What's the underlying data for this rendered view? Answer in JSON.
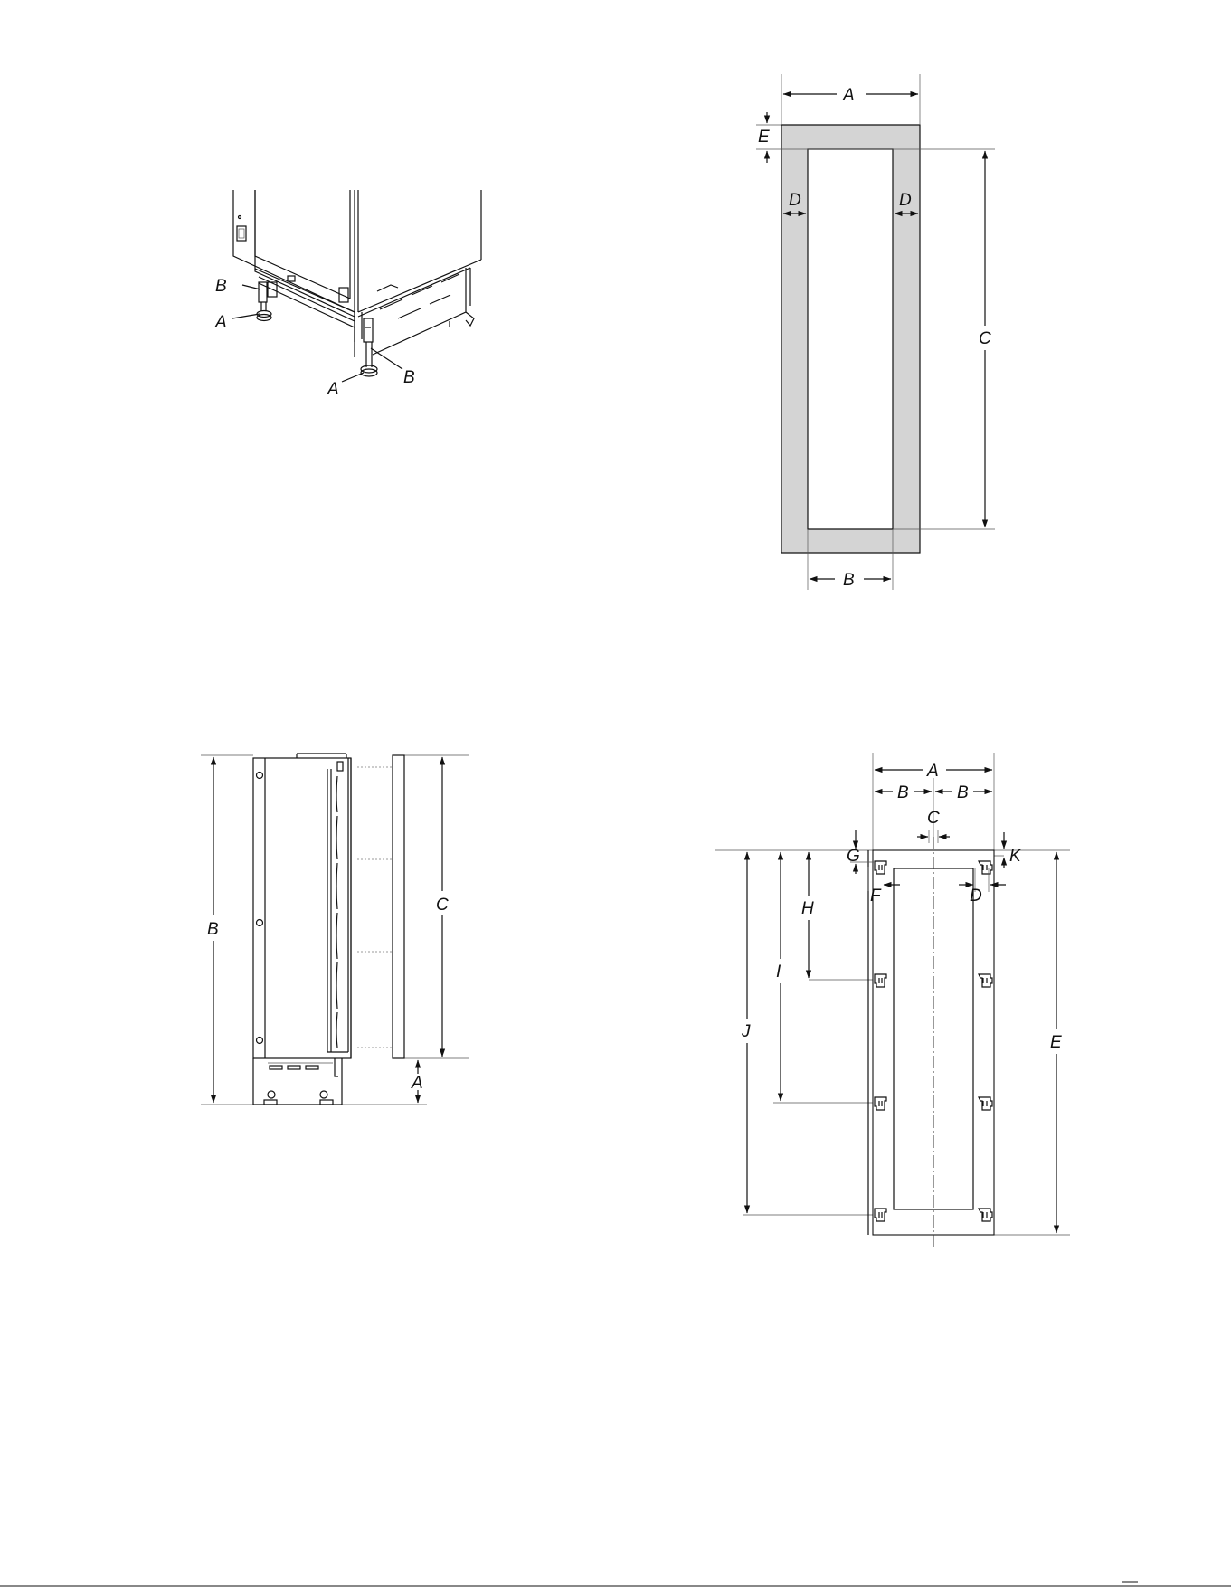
{
  "diagrams": {
    "leveling_legs": {
      "labels": {
        "leg": "A",
        "bracket": "B"
      }
    },
    "panel_frame": {
      "labels": {
        "width": "A",
        "opening_width": "B",
        "opening_height": "C",
        "side_border": "D",
        "top_border": "E"
      }
    },
    "side_elevation": {
      "labels": {
        "toe_kick": "A",
        "overall_height": "B",
        "panel_height": "C"
      }
    },
    "mounting_template": {
      "labels": {
        "width": "A",
        "half_width": "B",
        "center_gap": "C",
        "right_inset": "D",
        "height": "E",
        "left_inset": "F",
        "top_offset": "G",
        "hole_row_1": "H",
        "hole_row_2": "I",
        "hole_row_3": "J",
        "top_offset_right": "K"
      }
    }
  }
}
